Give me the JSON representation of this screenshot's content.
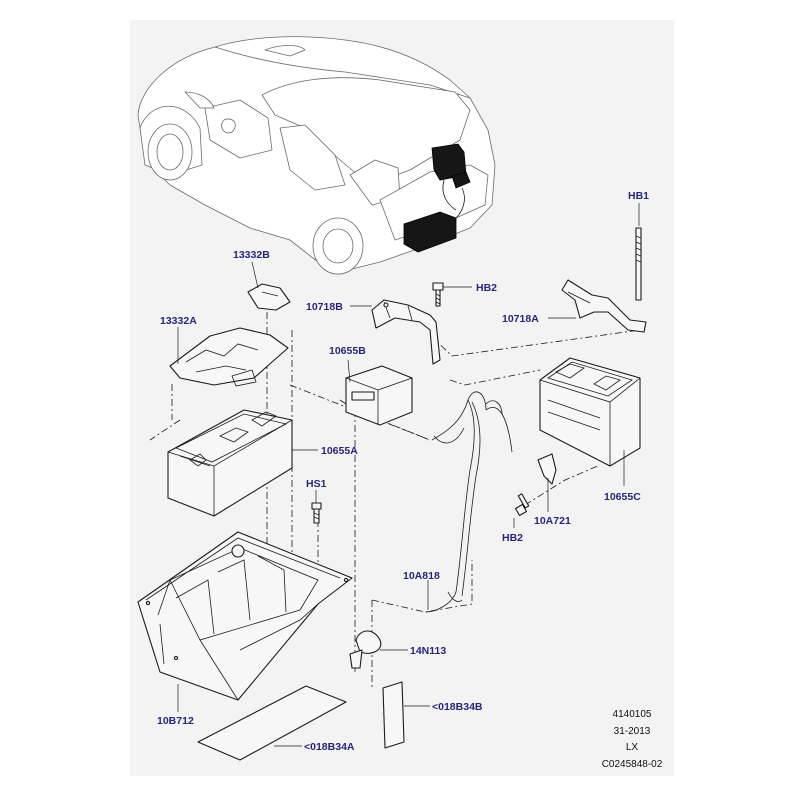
{
  "labels": {
    "hb1": "HB1",
    "p13332b": "13332B",
    "p13332a": "13332A",
    "hb2_top": "HB2",
    "p10718b": "10718B",
    "p10718a": "10718A",
    "p10655b": "10655B",
    "p10655a": "10655A",
    "p10655c": "10655C",
    "hs1": "HS1",
    "p10a721": "10A721",
    "hb2_bottom": "HB2",
    "p10a818": "10A818",
    "p14n113": "14N113",
    "p018b34b": "<018B34B",
    "p10b712": "10B712",
    "p018b34a": "<018B34A"
  },
  "footer": {
    "line1": "4140105",
    "line2": "31-2013",
    "line3": "LX",
    "line4": "C0245848-02"
  }
}
